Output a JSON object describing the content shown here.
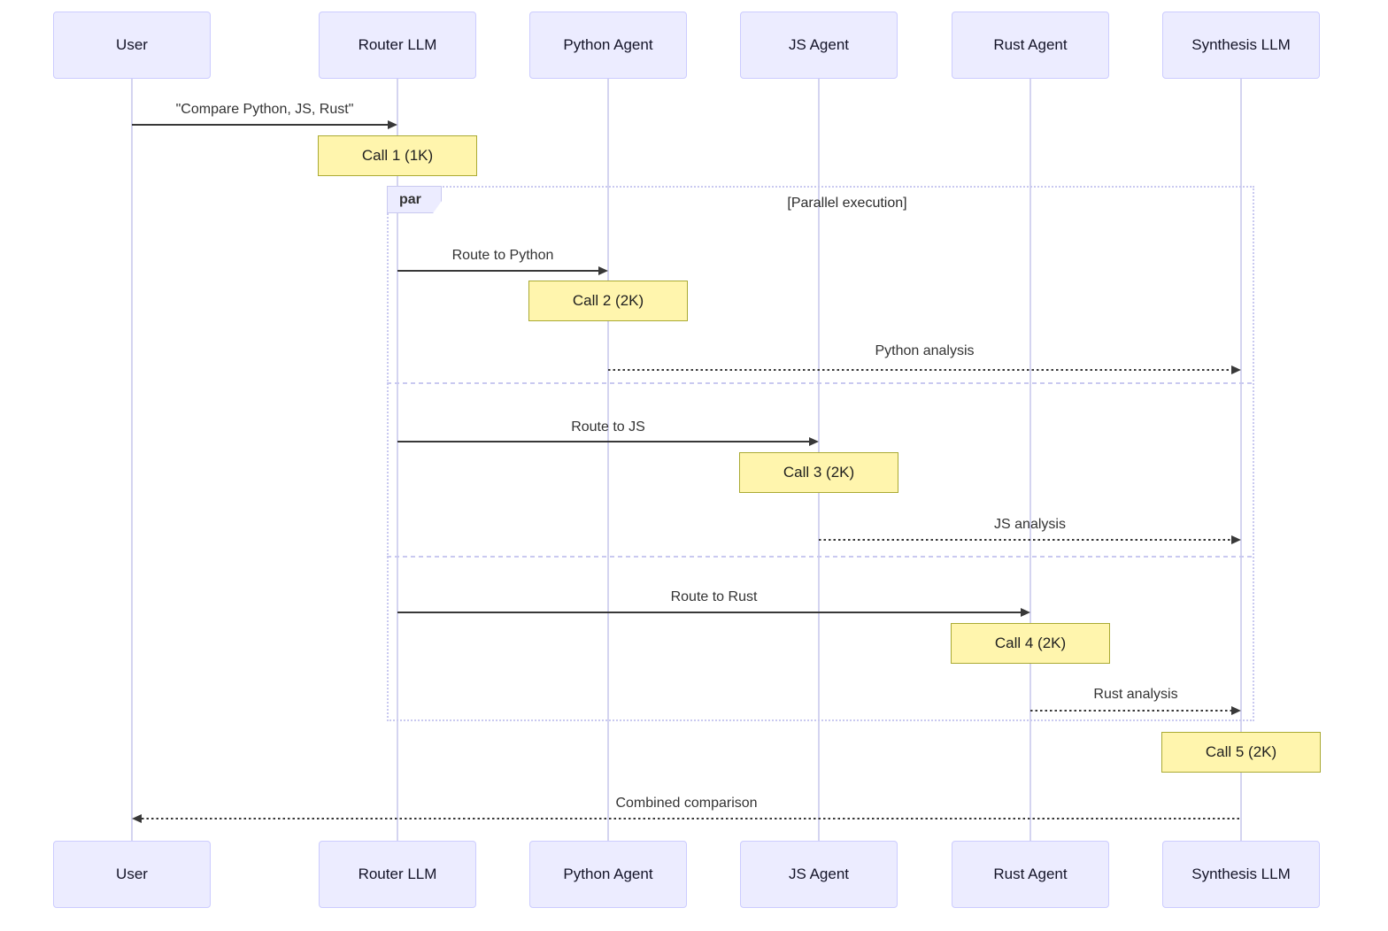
{
  "diagram": {
    "type": "sequence-diagram",
    "participants": [
      {
        "id": "user",
        "label": "User"
      },
      {
        "id": "router",
        "label": "Router LLM"
      },
      {
        "id": "python",
        "label": "Python Agent"
      },
      {
        "id": "js",
        "label": "JS Agent"
      },
      {
        "id": "rust",
        "label": "Rust Agent"
      },
      {
        "id": "synthesis",
        "label": "Synthesis LLM"
      }
    ],
    "messages": [
      {
        "from": "user",
        "to": "router",
        "label": "\"Compare Python, JS, Rust\"",
        "style": "solid"
      },
      {
        "from": "router",
        "to": "python",
        "label": "Route to Python",
        "style": "solid"
      },
      {
        "from": "python",
        "to": "synthesis",
        "label": "Python analysis",
        "style": "dashed"
      },
      {
        "from": "router",
        "to": "js",
        "label": "Route to JS",
        "style": "solid"
      },
      {
        "from": "js",
        "to": "synthesis",
        "label": "JS analysis",
        "style": "dashed"
      },
      {
        "from": "router",
        "to": "rust",
        "label": "Route to Rust",
        "style": "solid"
      },
      {
        "from": "rust",
        "to": "synthesis",
        "label": "Rust analysis",
        "style": "dashed"
      },
      {
        "from": "synthesis",
        "to": "user",
        "label": "Combined comparison",
        "style": "dashed"
      }
    ],
    "notes": [
      {
        "over": "router",
        "label": "Call 1 (1K)"
      },
      {
        "over": "python",
        "label": "Call 2 (2K)"
      },
      {
        "over": "js",
        "label": "Call 3 (2K)"
      },
      {
        "over": "rust",
        "label": "Call 4 (2K)"
      },
      {
        "over": "synthesis",
        "label": "Call 5 (2K)"
      }
    ],
    "par_block": {
      "label": "par",
      "condition": "[Parallel execution]",
      "sections": 3
    },
    "colors": {
      "background": "#FFFFFF",
      "actor_fill": "#ECECFF",
      "actor_border": "#CCCCFF",
      "lifeline": "#D4D4F0",
      "frame_border": "#C9C9F0",
      "note_fill": "#FFF5AD",
      "note_border": "#AAAA33",
      "line": "#383838"
    }
  }
}
